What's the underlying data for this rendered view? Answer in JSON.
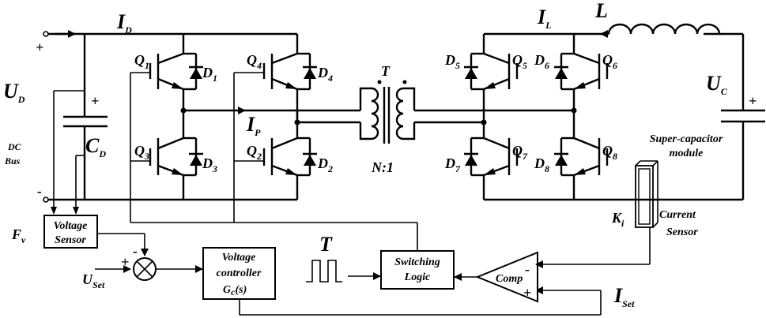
{
  "labels": {
    "ud": "U",
    "ud_sub": "D",
    "dc": "DC",
    "bus": "Bus",
    "id": "I",
    "id_sub": "D",
    "cd": "C",
    "cd_sub": "D",
    "fv": "F",
    "fv_sub": "v",
    "voltage_sensor_1": "Voltage",
    "voltage_sensor_2": "Sensor",
    "uset": "U",
    "uset_sub": "Set",
    "controller_1": "Voltage",
    "controller_2": "controller",
    "controller_3": "G",
    "controller_3_sub": "c",
    "controller_3_tail": "(s)",
    "t_pulse": "T",
    "switching_1": "Switching",
    "switching_2": "Logic",
    "comp": "Comp",
    "iset": "I",
    "iset_sub": "Set",
    "ki": "K",
    "ki_sub": "i",
    "current_sensor_1": "Current",
    "current_sensor_2": "Sensor",
    "supercap_1": "Super-capacitor",
    "supercap_2": "module",
    "uc": "U",
    "uc_sub": "C",
    "il": "I",
    "il_sub": "L",
    "l": "L",
    "ip": "I",
    "ip_sub": "P",
    "transformer": "T",
    "ratio": "N:1",
    "plus": "+",
    "minus": "-",
    "q1": "Q",
    "q1_sub": "1",
    "q2": "Q",
    "q2_sub": "2",
    "q3": "Q",
    "q3_sub": "3",
    "q4": "Q",
    "q4_sub": "4",
    "q5": "Q",
    "q5_sub": "5",
    "q6": "Q",
    "q6_sub": "6",
    "q7": "Q",
    "q7_sub": "7",
    "q8": "Q",
    "q8_sub": "8",
    "d1": "D",
    "d1_sub": "1",
    "d2": "D",
    "d2_sub": "2",
    "d3": "D",
    "d3_sub": "3",
    "d4": "D",
    "d4_sub": "4",
    "d5": "D",
    "d5_sub": "5",
    "d6": "D",
    "d6_sub": "6",
    "d7": "D",
    "d7_sub": "7",
    "d8": "D",
    "d8_sub": "8"
  }
}
